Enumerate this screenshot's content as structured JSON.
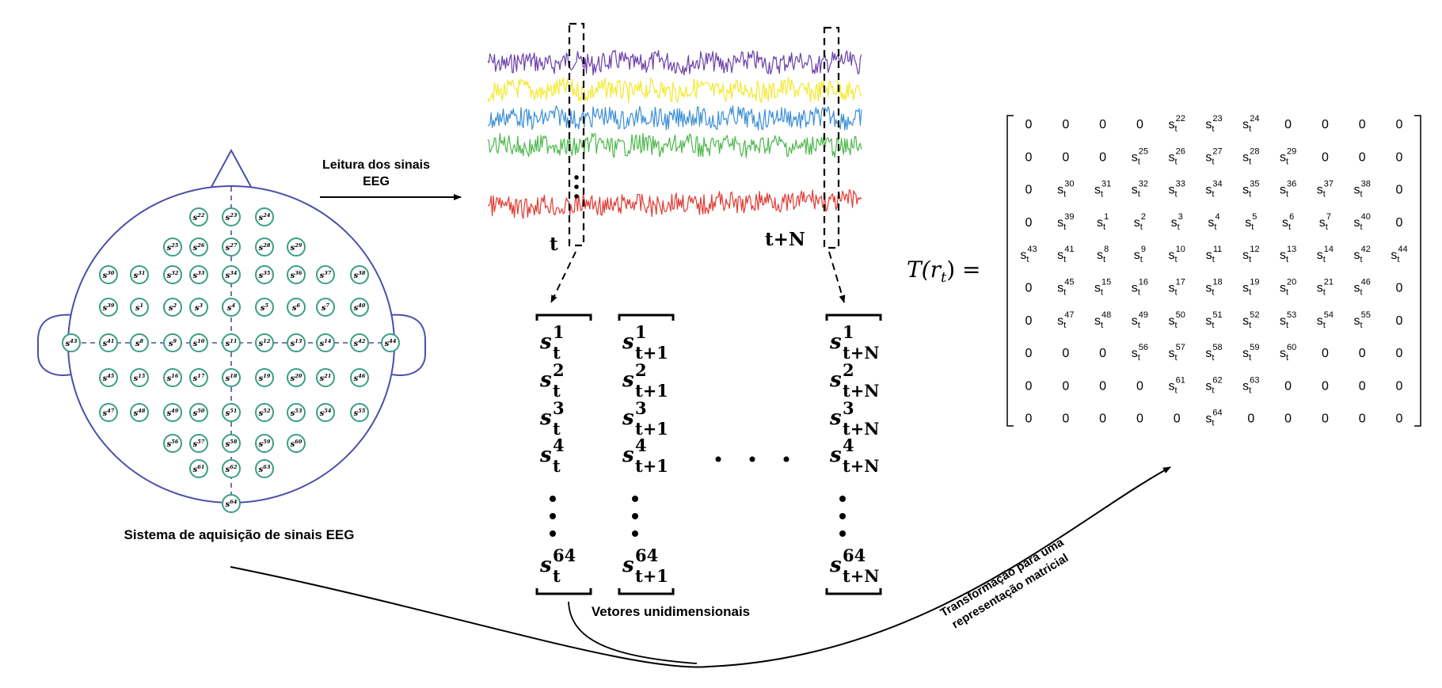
{
  "head": {
    "caption": "Sistema de aquisição de sinais EEG",
    "electrode_prefix": "s",
    "electrodes": [
      {
        "id": "22",
        "row": 0,
        "col": 4
      },
      {
        "id": "23",
        "row": 0,
        "col": 5
      },
      {
        "id": "24",
        "row": 0,
        "col": 6
      },
      {
        "id": "25",
        "row": 1,
        "col": 3
      },
      {
        "id": "26",
        "row": 1,
        "col": 4
      },
      {
        "id": "27",
        "row": 1,
        "col": 5
      },
      {
        "id": "28",
        "row": 1,
        "col": 6
      },
      {
        "id": "29",
        "row": 1,
        "col": 7
      },
      {
        "id": "30",
        "row": 2,
        "col": 1
      },
      {
        "id": "31",
        "row": 2,
        "col": 2
      },
      {
        "id": "32",
        "row": 2,
        "col": 3
      },
      {
        "id": "33",
        "row": 2,
        "col": 4
      },
      {
        "id": "34",
        "row": 2,
        "col": 5
      },
      {
        "id": "35",
        "row": 2,
        "col": 6
      },
      {
        "id": "36",
        "row": 2,
        "col": 7
      },
      {
        "id": "37",
        "row": 2,
        "col": 8
      },
      {
        "id": "38",
        "row": 2,
        "col": 9
      },
      {
        "id": "39",
        "row": 3,
        "col": 1
      },
      {
        "id": "1",
        "row": 3,
        "col": 2
      },
      {
        "id": "2",
        "row": 3,
        "col": 3
      },
      {
        "id": "3",
        "row": 3,
        "col": 4
      },
      {
        "id": "4",
        "row": 3,
        "col": 5
      },
      {
        "id": "5",
        "row": 3,
        "col": 6
      },
      {
        "id": "6",
        "row": 3,
        "col": 7
      },
      {
        "id": "7",
        "row": 3,
        "col": 8
      },
      {
        "id": "40",
        "row": 3,
        "col": 9
      },
      {
        "id": "43",
        "row": 4,
        "col": 0
      },
      {
        "id": "41",
        "row": 4,
        "col": 1
      },
      {
        "id": "8",
        "row": 4,
        "col": 2
      },
      {
        "id": "9",
        "row": 4,
        "col": 3
      },
      {
        "id": "10",
        "row": 4,
        "col": 4
      },
      {
        "id": "11",
        "row": 4,
        "col": 5
      },
      {
        "id": "12",
        "row": 4,
        "col": 6
      },
      {
        "id": "13",
        "row": 4,
        "col": 7
      },
      {
        "id": "14",
        "row": 4,
        "col": 8
      },
      {
        "id": "42",
        "row": 4,
        "col": 9
      },
      {
        "id": "44",
        "row": 4,
        "col": 10
      },
      {
        "id": "45",
        "row": 5,
        "col": 1
      },
      {
        "id": "15",
        "row": 5,
        "col": 2
      },
      {
        "id": "16",
        "row": 5,
        "col": 3
      },
      {
        "id": "17",
        "row": 5,
        "col": 4
      },
      {
        "id": "18",
        "row": 5,
        "col": 5
      },
      {
        "id": "19",
        "row": 5,
        "col": 6
      },
      {
        "id": "20",
        "row": 5,
        "col": 7
      },
      {
        "id": "21",
        "row": 5,
        "col": 8
      },
      {
        "id": "46",
        "row": 5,
        "col": 9
      },
      {
        "id": "47",
        "row": 6,
        "col": 1
      },
      {
        "id": "48",
        "row": 6,
        "col": 2
      },
      {
        "id": "49",
        "row": 6,
        "col": 3
      },
      {
        "id": "50",
        "row": 6,
        "col": 4
      },
      {
        "id": "51",
        "row": 6,
        "col": 5
      },
      {
        "id": "52",
        "row": 6,
        "col": 6
      },
      {
        "id": "53",
        "row": 6,
        "col": 7
      },
      {
        "id": "54",
        "row": 6,
        "col": 8
      },
      {
        "id": "55",
        "row": 6,
        "col": 9
      },
      {
        "id": "56",
        "row": 7,
        "col": 3
      },
      {
        "id": "57",
        "row": 7,
        "col": 4
      },
      {
        "id": "58",
        "row": 7,
        "col": 5
      },
      {
        "id": "59",
        "row": 7,
        "col": 6
      },
      {
        "id": "60",
        "row": 7,
        "col": 7
      },
      {
        "id": "61",
        "row": 8,
        "col": 4
      },
      {
        "id": "62",
        "row": 8,
        "col": 5
      },
      {
        "id": "63",
        "row": 8,
        "col": 6
      },
      {
        "id": "64",
        "row": 9,
        "col": 5
      }
    ]
  },
  "arrow_read": {
    "line1": "Leitura dos sinais",
    "line2": "EEG"
  },
  "signals": {
    "colors": [
      "#6a3fa8",
      "#f2e92b",
      "#3c8fd6",
      "#4db84b",
      "#e03a33"
    ],
    "marker_start": "t",
    "marker_end": "t+N"
  },
  "vectors": {
    "prefix": "s",
    "caption": "Vetores unidimensionais",
    "columns": [
      {
        "sub": "t",
        "sups": [
          "1",
          "2",
          "3",
          "4",
          "64"
        ]
      },
      {
        "sub": "t+1",
        "sups": [
          "1",
          "2",
          "3",
          "4",
          "64"
        ]
      },
      {
        "sub": "t+N",
        "sups": [
          "1",
          "2",
          "3",
          "4",
          "64"
        ]
      }
    ]
  },
  "matrix": {
    "lhs": "T(r",
    "lhs_sub": "t",
    "lhs_close": ") =",
    "zero": "0",
    "prefix": "s",
    "sub": "t",
    "rows": [
      [
        "0",
        "0",
        "0",
        "0",
        "22",
        "23",
        "24",
        "0",
        "0",
        "0",
        "0"
      ],
      [
        "0",
        "0",
        "0",
        "25",
        "26",
        "27",
        "28",
        "29",
        "0",
        "0",
        "0"
      ],
      [
        "0",
        "30",
        "31",
        "32",
        "33",
        "34",
        "35",
        "36",
        "37",
        "38",
        "0"
      ],
      [
        "0",
        "39",
        "1",
        "2",
        "3",
        "4",
        "5",
        "6",
        "7",
        "40",
        "0"
      ],
      [
        "43",
        "41",
        "8",
        "9",
        "10",
        "11",
        "12",
        "13",
        "14",
        "42",
        "44"
      ],
      [
        "0",
        "45",
        "15",
        "16",
        "17",
        "18",
        "19",
        "20",
        "21",
        "46",
        "0"
      ],
      [
        "0",
        "47",
        "48",
        "49",
        "50",
        "51",
        "52",
        "53",
        "54",
        "55",
        "0"
      ],
      [
        "0",
        "0",
        "0",
        "56",
        "57",
        "58",
        "59",
        "60",
        "0",
        "0",
        "0"
      ],
      [
        "0",
        "0",
        "0",
        "0",
        "61",
        "62",
        "63",
        "0",
        "0",
        "0",
        "0"
      ],
      [
        "0",
        "0",
        "0",
        "0",
        "0",
        "64",
        "0",
        "0",
        "0",
        "0",
        "0"
      ]
    ]
  },
  "transform_label": {
    "line1": "Transformação para uma",
    "line2": "representação matricial"
  }
}
